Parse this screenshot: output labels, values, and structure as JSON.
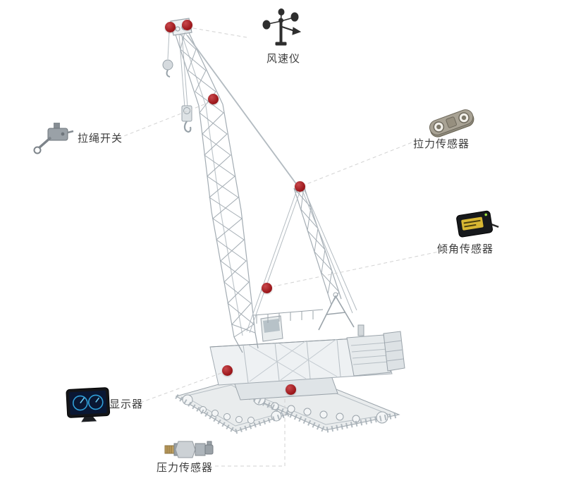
{
  "diagram": {
    "subject": "crawler-crane-sensor-placement",
    "background": "#ffffff",
    "colors": {
      "marker": "#9c171b",
      "leader_line": "#d2d2d2",
      "label_text": "#3c3c3c",
      "crane_line": "#a3acb3"
    },
    "callouts": {
      "anemometer": {
        "label": "风速仪",
        "icon": "anemometer-icon"
      },
      "rope_switch": {
        "label": "拉绳开关",
        "icon": "rope-switch-icon"
      },
      "tension_sensor": {
        "label": "拉力传感器",
        "icon": "load-cell-icon"
      },
      "tilt_sensor": {
        "label": "倾角传感器",
        "icon": "tilt-sensor-icon"
      },
      "display": {
        "label": "显示器",
        "icon": "display-icon"
      },
      "pressure_sensor": {
        "label": "压力传感器",
        "icon": "pressure-transducer-icon"
      }
    },
    "markers": [
      "boom-tip-left",
      "boom-tip-right",
      "boom-upper",
      "mast-top",
      "boom-hoist-rope",
      "superstructure-front",
      "undercarriage-center"
    ],
    "marker_count": 7
  }
}
